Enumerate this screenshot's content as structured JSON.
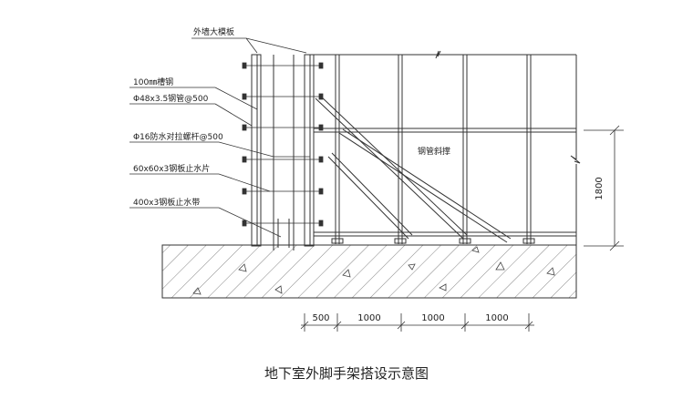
{
  "labels": {
    "formwork": "外墙大模板",
    "channel": "100㎜槽钢",
    "steel_pipe": "Φ48x3.5钢管@500",
    "tie_bolt": "Φ16防水对拉螺杆@500",
    "water_stop_plate": "60x60x3钢板止水片",
    "water_stop_strip": "400x3钢板止水带",
    "diagonal_brace": "钢管斜撑"
  },
  "dimensions": {
    "height": "1800",
    "spacing": [
      "500",
      "1000",
      "1000",
      "1000"
    ]
  },
  "caption": "地下室外脚手架搭设示意图",
  "colors": {
    "line": "#333333",
    "text": "#222222",
    "background": "#ffffff"
  }
}
